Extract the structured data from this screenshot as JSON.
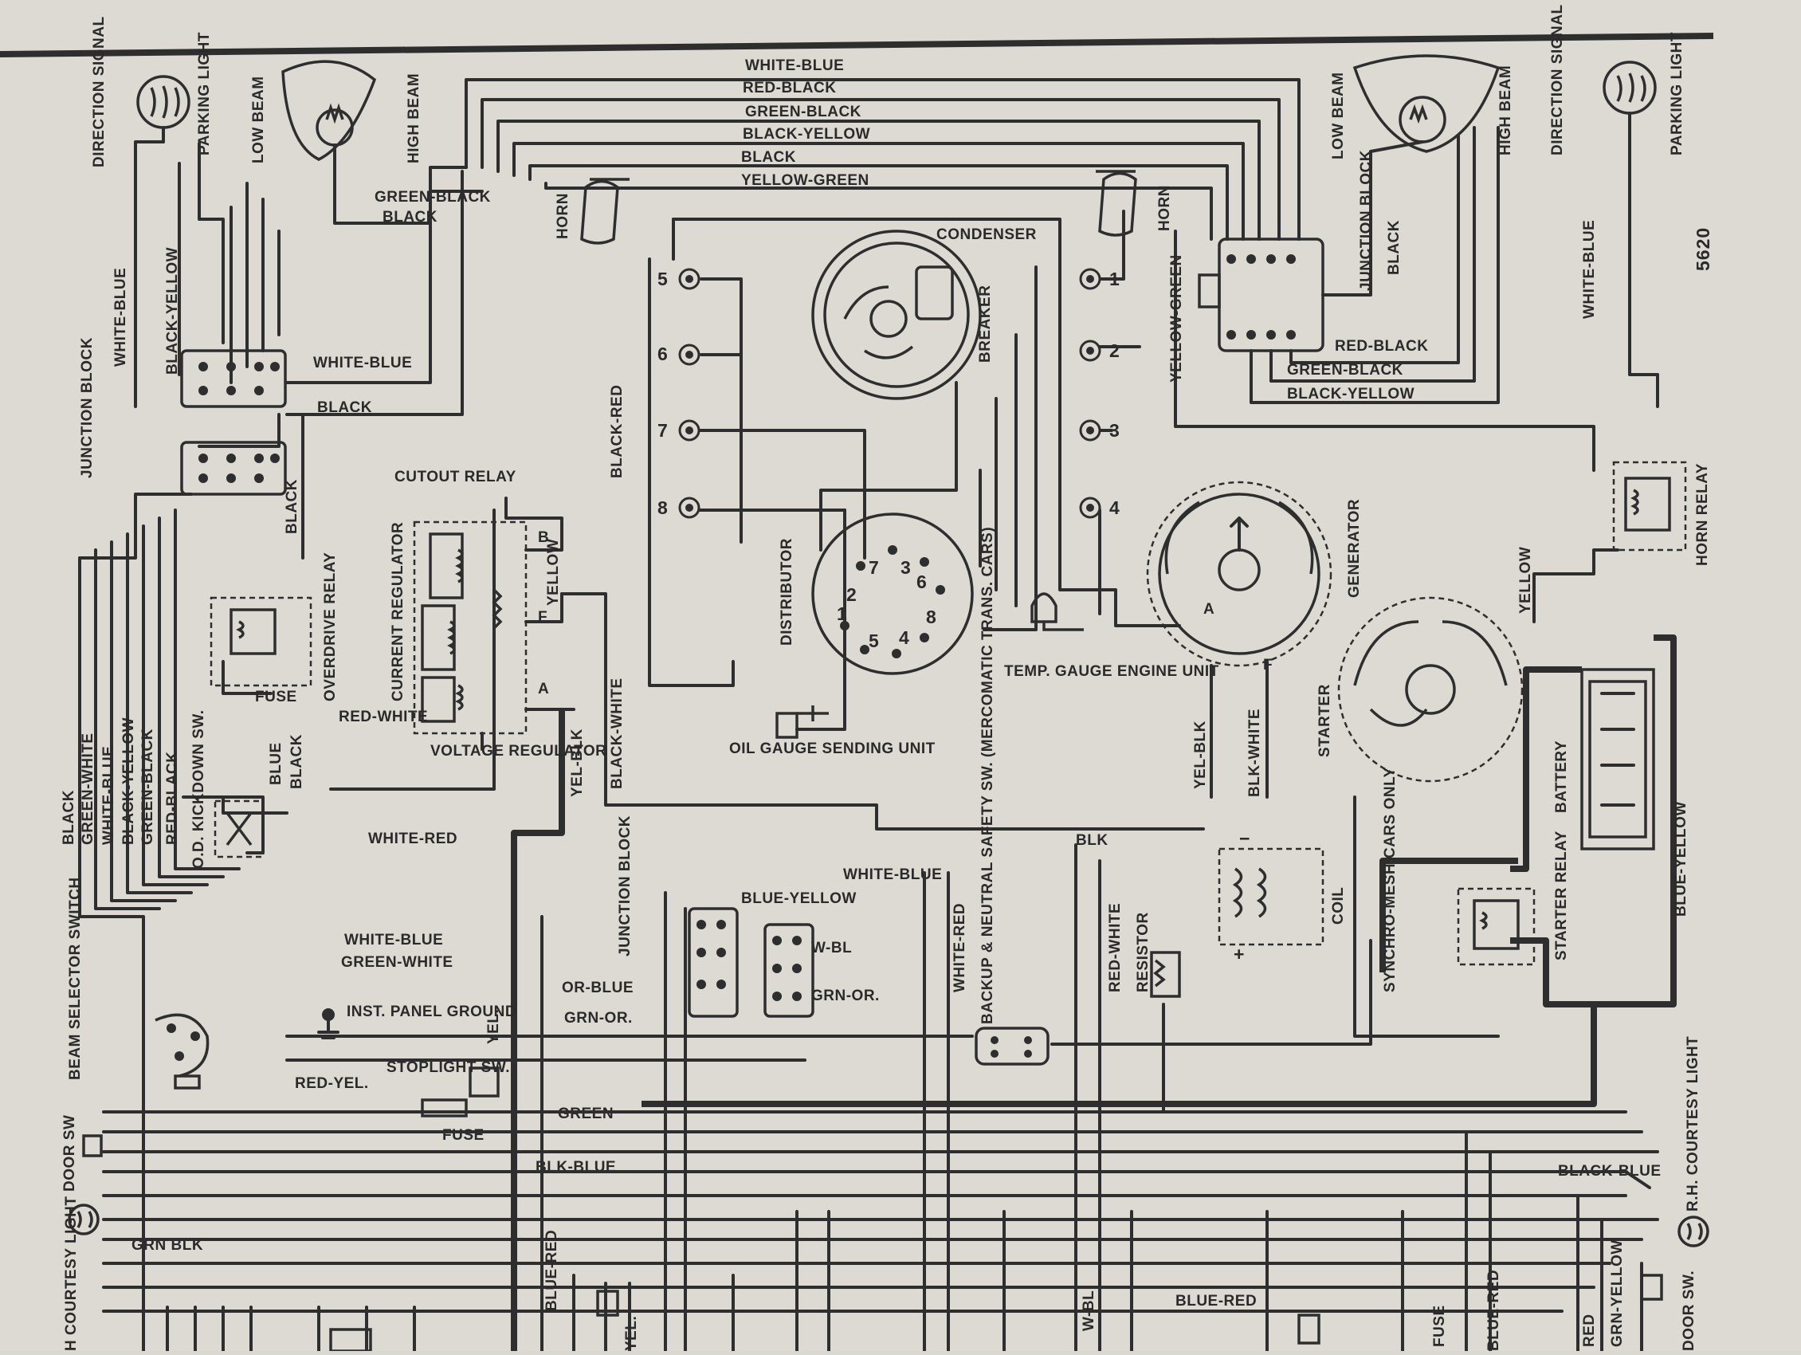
{
  "figure_number": "5620",
  "components": {
    "direction_signal_l": "DIRECTION SIGNAL",
    "parking_light_l": "PARKING LIGHT",
    "low_beam_l": "LOW BEAM",
    "high_beam_l": "HIGH BEAM",
    "horn_l": "HORN",
    "horn_r": "HORN",
    "low_beam_r": "LOW BEAM",
    "high_beam_r": "HIGH BEAM",
    "direction_signal_r": "DIRECTION SIGNAL",
    "parking_light_r": "PARKING LIGHT",
    "junction_block_l": "JUNCTION BLOCK",
    "junction_block_r": "JUNCTION BLOCK",
    "junction_block_c": "JUNCTION BLOCK",
    "condenser": "CONDENSER",
    "breaker": "BREAKER",
    "distributor": "DISTRIBUTOR",
    "cutout_relay": "CUTOUT RELAY",
    "current_regulator": "CURRENT REGULATOR",
    "voltage_regulator": "VOLTAGE REGULATOR",
    "overdrive_relay": "OVERDRIVE RELAY",
    "fuse": "FUSE",
    "od_kickdown": "O.D. KICKDOWN SW.",
    "oil_gauge": "OIL GAUGE SENDING UNIT",
    "temp_gauge": "TEMP. GAUGE ENGINE UNIT",
    "starter": "STARTER",
    "generator": "GENERATOR",
    "battery": "BATTERY",
    "horn_relay": "HORN RELAY",
    "coil": "COIL",
    "resistor": "RESISTOR",
    "backup_switch": "BACKUP & NEUTRAL SAFETY SW. (MERCOMATIC TRANS. CARS)",
    "synchromesh": "SYNCHRO-MESH CARS ONLY",
    "starter_relay": "STARTER RELAY",
    "inst_panel_ground": "INST. PANEL GROUND",
    "stoplight_sw": "STOPLIGHT SW.",
    "beam_selector": "BEAM SELECTOR SWITCH",
    "door_sw_l": "DOOR SW",
    "door_sw_r": "DOOR SW.",
    "lh_courtesy": "H COURTESY LIGHT",
    "rh_courtesy": "R.H. COURTESY LIGHT"
  },
  "wires": {
    "white_blue_1": "WHITE-BLUE",
    "red_black_1": "RED-BLACK",
    "green_black_1": "GREEN-BLACK",
    "black_yellow_1": "BLACK-YELLOW",
    "black_1": "BLACK",
    "yellow_green_1": "YELLOW-GREEN",
    "green_black_2": "GREEN-BLACK",
    "black_yellow_2": "BLACK-YELLOW",
    "white_blue_2": "WHITE-BLUE",
    "white_blue_3": "WHITE-BLUE",
    "black_2": "BLACK",
    "black_3": "BLACK",
    "black_4": "BLACK",
    "black_red": "BLACK-RED",
    "yellow_green_2": "YELLOW-GREEN",
    "black_5": "BLACK",
    "red_black_2": "RED-BLACK",
    "green_black_3": "GREEN-BLACK",
    "black_yellow_3": "BLACK-YELLOW",
    "white_blue_4": "WHITE-BLUE",
    "yellow_1": "YELLOW",
    "yellow_2": "YELLOW",
    "black_white": "BLACK-WHITE",
    "red_white": "RED-WHITE",
    "blue": "BLUE",
    "black_6": "BLACK",
    "harness_black": "BLACK",
    "harness_green_white": "GREEN-WHITE",
    "harness_white_blue": "WHITE-BLUE",
    "harness_black_yellow": "BLACK-YELLOW",
    "harness_green_black": "GREEN-BLACK",
    "harness_red_black": "RED-BLACK",
    "white_red_1": "WHITE-RED",
    "yel_blk": "YEL-BLK",
    "yel_blk_2": "YEL-BLK",
    "blk_white": "BLK-WHITE",
    "blk": "BLK",
    "white_blue_5": "WHITE-BLUE",
    "blue_yellow": "BLUE-YELLOW",
    "blue_yellow_2": "BLUE-YELLOW",
    "white_blue_6": "WHITE-BLUE",
    "green_white": "GREEN-WHITE",
    "w_bl": "W-BL",
    "or_blue": "OR-BLUE",
    "grn_or": "GRN-OR.",
    "grn_or_2": "GRN-OR.",
    "yel": "YEL.",
    "white_red_2": "WHITE-RED",
    "red_white_2": "RED-WHITE",
    "red_yel": "RED-YEL.",
    "green": "GREEN",
    "blk_blue": "BLK-BLUE",
    "black_blue": "BLACK-BLUE",
    "grn_blk": "GRN BLK",
    "blue_red_1": "BLUE-RED",
    "yel_2": "YEL.",
    "w_bl_2": "W-BL",
    "blue_red_2": "BLUE-RED",
    "blue_red_3": "BLUE-RED",
    "grn_yellow": "GRN-YELLOW",
    "red": "RED",
    "fuse_2": "FUSE",
    "fuse_3": "FUSE"
  },
  "terminals": {
    "t1": "1",
    "t2": "2",
    "t3": "3",
    "t4": "4",
    "t5": "5",
    "t6": "6",
    "t7": "7",
    "t8": "8",
    "d1": "1",
    "d2": "2",
    "d3": "3",
    "d4": "4",
    "d5": "5",
    "d6": "6",
    "d7": "7",
    "d8": "8",
    "reg_b": "B",
    "reg_f": "F",
    "reg_a": "A",
    "gen_a": "A",
    "gen_f": "F",
    "coil_minus": "−",
    "coil_plus": "+"
  }
}
